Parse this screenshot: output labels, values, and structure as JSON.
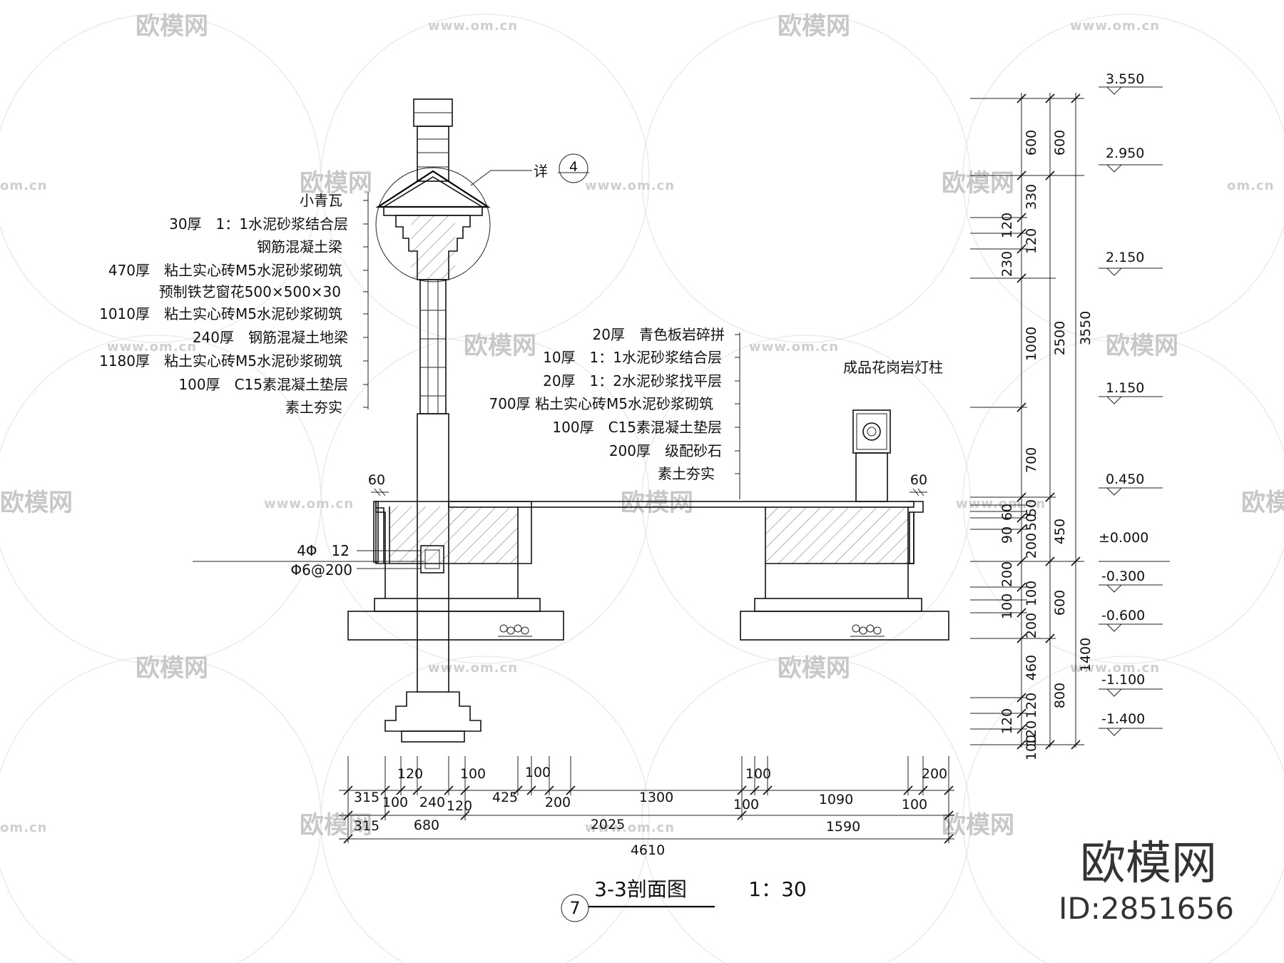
{
  "title": {
    "number": "7",
    "text": "3-3剖面图",
    "scale": "1：30"
  },
  "detail_callout": {
    "label": "详",
    "number": "4"
  },
  "left_callouts": [
    "小青瓦",
    "30厚　1：1水泥砂浆结合层",
    "钢筋混凝土梁",
    "470厚　粘土实心砖M5水泥砂浆砌筑",
    "预制铁艺窗花500×500×30",
    "1010厚　粘土实心砖M5水泥砂浆砌筑",
    "240厚　钢筋混凝土地梁",
    "1180厚　粘土实心砖M5水泥砂浆砌筑",
    "100厚　C15素混凝土垫层",
    "素土夯实"
  ],
  "middle_callouts": [
    "20厚　青色板岩碎拼",
    "10厚　1：1水泥砂浆结合层",
    "20厚　1：2水泥砂浆找平层",
    "700厚 粘土实心砖M5水泥砂浆砌筑",
    "100厚　C15素混凝土垫层",
    "200厚　级配砂石",
    "素土夯实"
  ],
  "lamp_label": "成品花岗岩灯柱",
  "rebar_labels": [
    "4Φ　12",
    "Φ6@200"
  ],
  "small_dims": [
    "60",
    "60"
  ],
  "levels": [
    "3.550",
    "2.950",
    "2.150",
    "1.150",
    "0.450",
    "±0.000",
    "-0.300",
    "-0.600",
    "-1.100",
    "-1.400"
  ],
  "right_dims_col1": [
    "600",
    "330",
    "120",
    "120",
    "230",
    "1000",
    "700",
    "60",
    "50",
    "50",
    "90",
    "200",
    "200",
    "100",
    "100",
    "200",
    "460",
    "120",
    "120",
    "120",
    "100"
  ],
  "right_dims_col2": [
    "600",
    "2500",
    "450",
    "600",
    "800"
  ],
  "right_dims_col3": [
    "3550",
    "1400"
  ],
  "bottom_dims_row0": [
    "120",
    "100",
    "100",
    "100",
    "200"
  ],
  "bottom_dims_row1": [
    "315",
    "100",
    "240",
    "120",
    "425",
    "200",
    "1300",
    "100",
    "1090",
    "100"
  ],
  "bottom_dims_row2": [
    "315",
    "680",
    "2025",
    "1590"
  ],
  "bottom_total": "4610",
  "watermark": {
    "brand": "欧模网",
    "url": "www.om.cn",
    "url_short": "om.cn"
  },
  "brand_corner": {
    "name": "欧模网",
    "id": "ID:2851656"
  }
}
